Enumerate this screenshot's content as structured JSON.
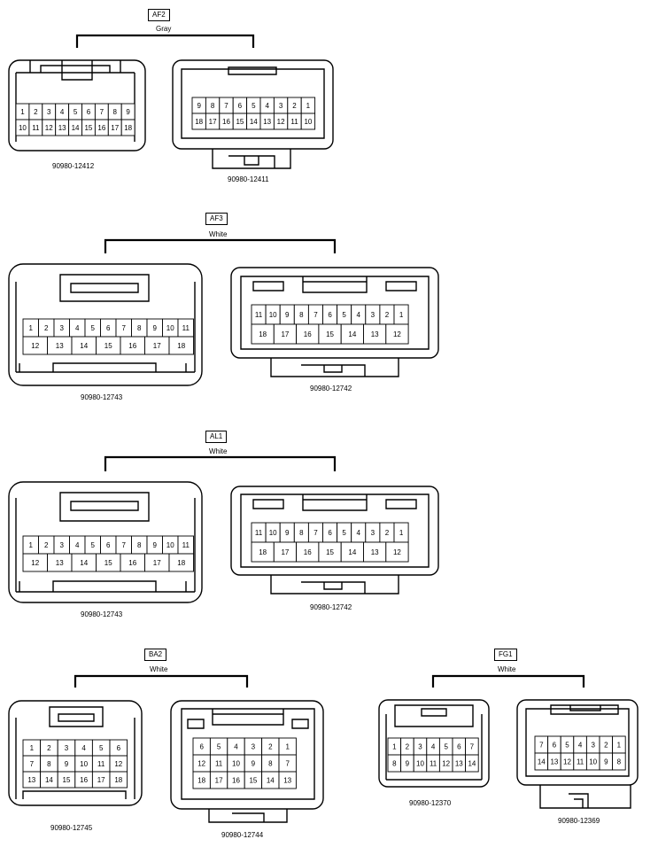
{
  "groups": [
    {
      "code": "AF2",
      "color": "Gray"
    },
    {
      "code": "AF3",
      "color": "White"
    },
    {
      "code": "AL1",
      "color": "White"
    },
    {
      "code": "BA2",
      "color": "White"
    },
    {
      "code": "FG1",
      "color": "White"
    }
  ],
  "connectors": {
    "c1": {
      "part": "90980-12412",
      "pins": [
        [
          "1",
          "2",
          "3",
          "4",
          "5",
          "6",
          "7",
          "8",
          "9"
        ],
        [
          "10",
          "11",
          "12",
          "13",
          "14",
          "15",
          "16",
          "17",
          "18"
        ]
      ]
    },
    "c2": {
      "part": "90980-12411",
      "pins": [
        [
          "9",
          "8",
          "7",
          "6",
          "5",
          "4",
          "3",
          "2",
          "1"
        ],
        [
          "18",
          "17",
          "16",
          "15",
          "14",
          "13",
          "12",
          "11",
          "10"
        ]
      ]
    },
    "c3": {
      "part": "90980-12743",
      "pins": [
        [
          "1",
          "2",
          "3",
          "4",
          "5",
          "6",
          "7",
          "8",
          "9",
          "10",
          "11"
        ],
        [
          "12",
          "13",
          "14",
          "15",
          "16",
          "17",
          "18"
        ]
      ]
    },
    "c4": {
      "part": "90980-12742",
      "pins": [
        [
          "11",
          "10",
          "9",
          "8",
          "7",
          "6",
          "5",
          "4",
          "3",
          "2",
          "1"
        ],
        [
          "18",
          "17",
          "16",
          "15",
          "14",
          "13",
          "12"
        ]
      ]
    },
    "c5": {
      "part": "90980-12743",
      "pins": [
        [
          "1",
          "2",
          "3",
          "4",
          "5",
          "6",
          "7",
          "8",
          "9",
          "10",
          "11"
        ],
        [
          "12",
          "13",
          "14",
          "15",
          "16",
          "17",
          "18"
        ]
      ]
    },
    "c6": {
      "part": "90980-12742",
      "pins": [
        [
          "11",
          "10",
          "9",
          "8",
          "7",
          "6",
          "5",
          "4",
          "3",
          "2",
          "1"
        ],
        [
          "18",
          "17",
          "16",
          "15",
          "14",
          "13",
          "12"
        ]
      ]
    },
    "c7": {
      "part": "90980-12745",
      "pins": [
        [
          "1",
          "2",
          "3",
          "4",
          "5",
          "6"
        ],
        [
          "7",
          "8",
          "9",
          "10",
          "11",
          "12"
        ],
        [
          "13",
          "14",
          "15",
          "16",
          "17",
          "18"
        ]
      ]
    },
    "c8": {
      "part": "90980-12744",
      "pins": [
        [
          "6",
          "5",
          "4",
          "3",
          "2",
          "1"
        ],
        [
          "12",
          "11",
          "10",
          "9",
          "8",
          "7"
        ],
        [
          "18",
          "17",
          "16",
          "15",
          "14",
          "13"
        ]
      ]
    },
    "c9": {
      "part": "90980-12370",
      "pins": [
        [
          "1",
          "2",
          "3",
          "4",
          "5",
          "6",
          "7"
        ],
        [
          "8",
          "9",
          "10",
          "11",
          "12",
          "13",
          "14"
        ]
      ]
    },
    "c10": {
      "part": "90980-12369",
      "pins": [
        [
          "7",
          "6",
          "5",
          "4",
          "3",
          "2",
          "1"
        ],
        [
          "14",
          "13",
          "12",
          "11",
          "10",
          "9",
          "8"
        ]
      ]
    }
  }
}
